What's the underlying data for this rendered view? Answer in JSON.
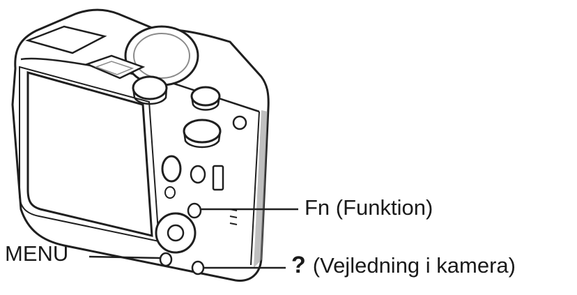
{
  "labels": {
    "fn": "Fn (Funktion)",
    "menu": "MENU",
    "help_symbol": "?",
    "help": "(Vejledning i kamera)"
  },
  "colors": {
    "line": "#1f1f1f",
    "body_fill": "#ffffff",
    "shade": "#8a8a8a",
    "dark": "#2b2b2b"
  }
}
